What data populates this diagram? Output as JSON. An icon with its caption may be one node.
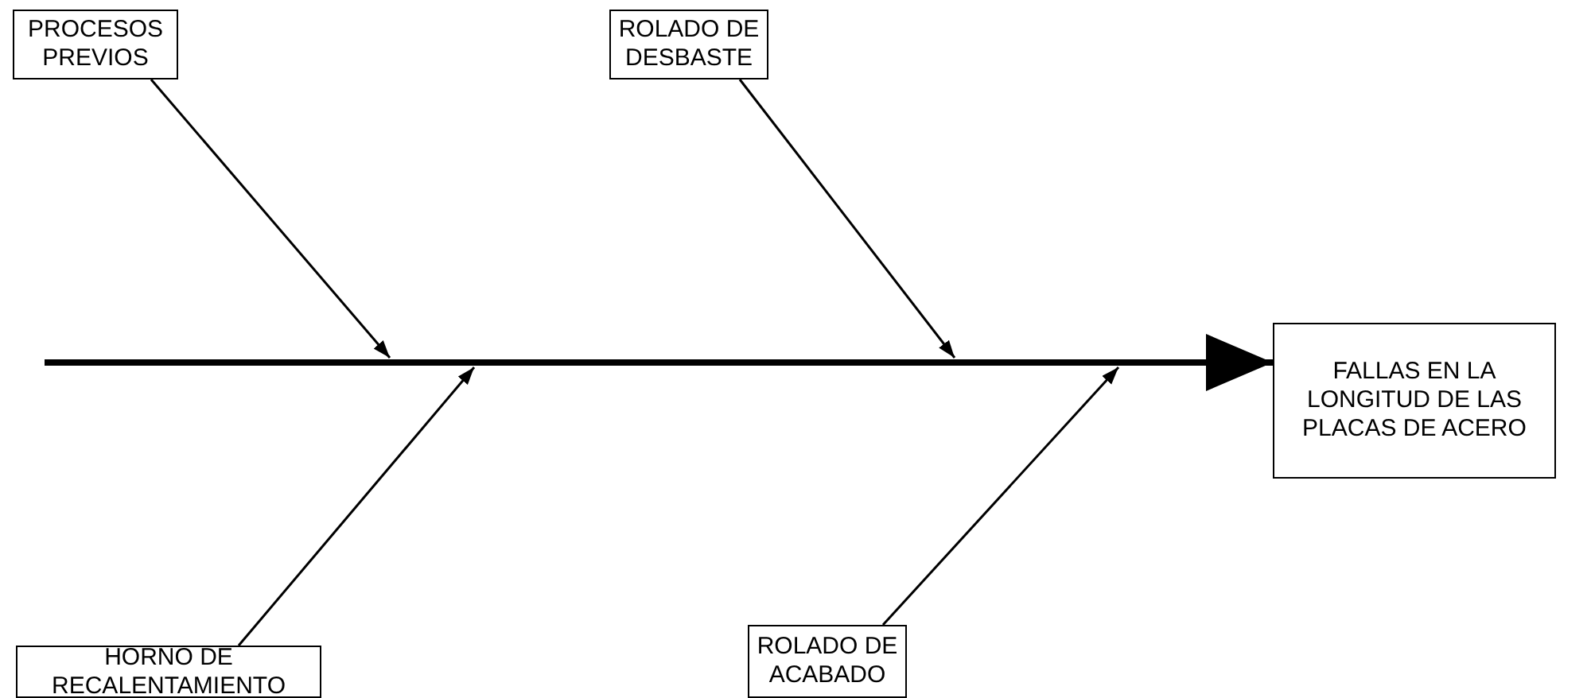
{
  "diagram": {
    "nodes": [
      {
        "text": [
          "PROCESOS PREVIOS"
        ]
      },
      {
        "text": [
          "ROLADO DE DESBASTE"
        ]
      },
      {
        "text": [
          "FALLAS EN LA LONGITUD DE LAS PLACAS DE ACERO"
        ]
      },
      {
        "text": [
          "HORNO DE RECALENTAMIENTO"
        ]
      },
      {
        "text": [
          "ROLADO DE ACABADO"
        ]
      }
    ],
    "edges": [
      {
        "from": null,
        "to": 2,
        "arrow": "to",
        "style": "thick"
      },
      {
        "from": 0,
        "to": null,
        "arrow": "to"
      },
      {
        "from": 1,
        "to": null,
        "arrow": "to"
      },
      {
        "from": 3,
        "to": null,
        "arrow": "to"
      },
      {
        "from": 4,
        "to": null,
        "arrow": "to"
      }
    ]
  }
}
